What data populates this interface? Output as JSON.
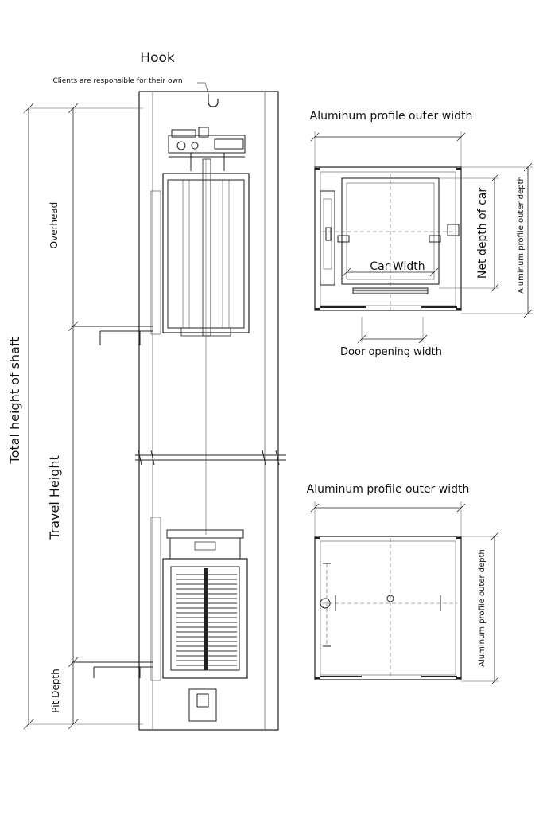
{
  "labels": {
    "hook": "Hook",
    "hook_note": "Clients are responsible for their own",
    "total_height": "Total height of shaft",
    "overhead": "Overhead",
    "travel_height": "Travel Height",
    "pit_depth": "Pit Depth",
    "top_plan_outer_width": "Aluminum profile outer width",
    "top_plan_outer_depth": "Aluminum profile outer depth",
    "net_depth_of_car": "Net depth of car",
    "car_width": "Car Width",
    "door_opening_width": "Door opening width",
    "bottom_plan_outer_width": "Aluminum profile outer width",
    "bottom_plan_outer_depth": "Aluminum profile outer depth"
  },
  "colors": {
    "line": "#222222",
    "thin_line": "#555555",
    "background": "#ffffff"
  }
}
